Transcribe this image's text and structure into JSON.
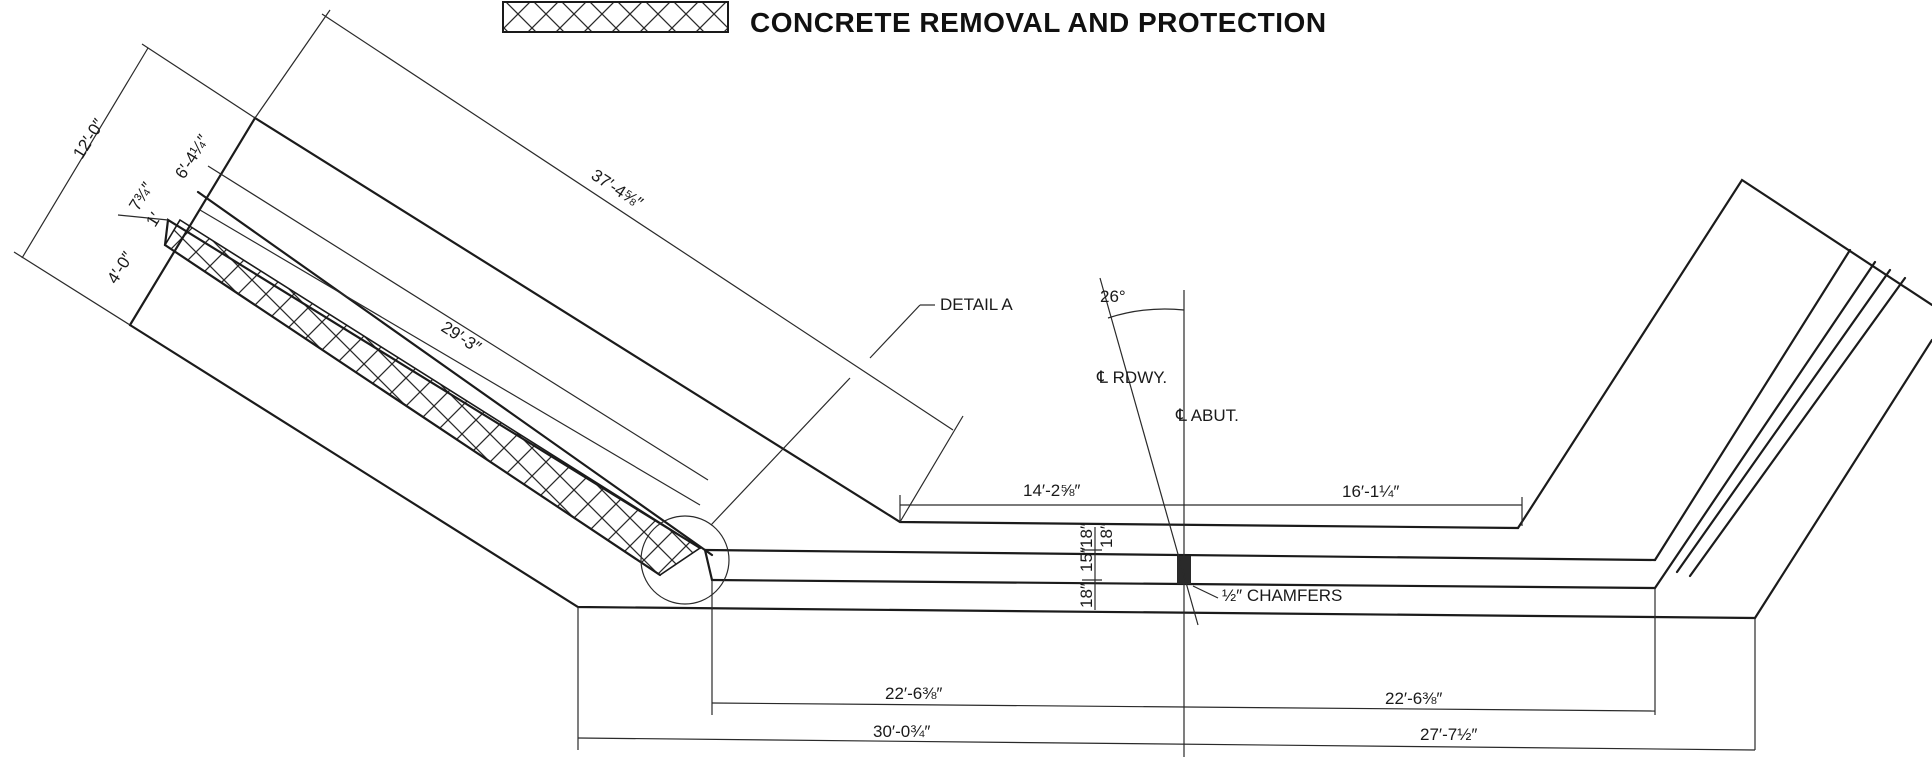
{
  "legend": {
    "label": "CONCRETE REMOVAL AND PROTECTION"
  },
  "annotations": {
    "detail": "DETAIL A",
    "angle": "26°",
    "cl_rdwy": "℄ RDWY.",
    "cl_abut": "℄ ABUT.",
    "chamfers": "½″ CHAMFERS"
  },
  "dimensions": {
    "overall_width": "12′-0″",
    "offset_a": "6′-4¼″",
    "offset_b": "7¾″",
    "offset_c": "1′",
    "offset_d": "4′-0″",
    "wing_length": "37′-4⅝″",
    "hatch_length": "29′-3″",
    "top_left": "14′-2⅝″",
    "top_right": "16′-1¼″",
    "vert_1": "18″",
    "vert_2": "15″",
    "vert_3": "18″",
    "vert_4": "18″",
    "mid_left": "22′-6⅜″",
    "mid_right": "22′-6⅜″",
    "bot_left": "30′-0¾″",
    "bot_right": "27′-7½″"
  }
}
